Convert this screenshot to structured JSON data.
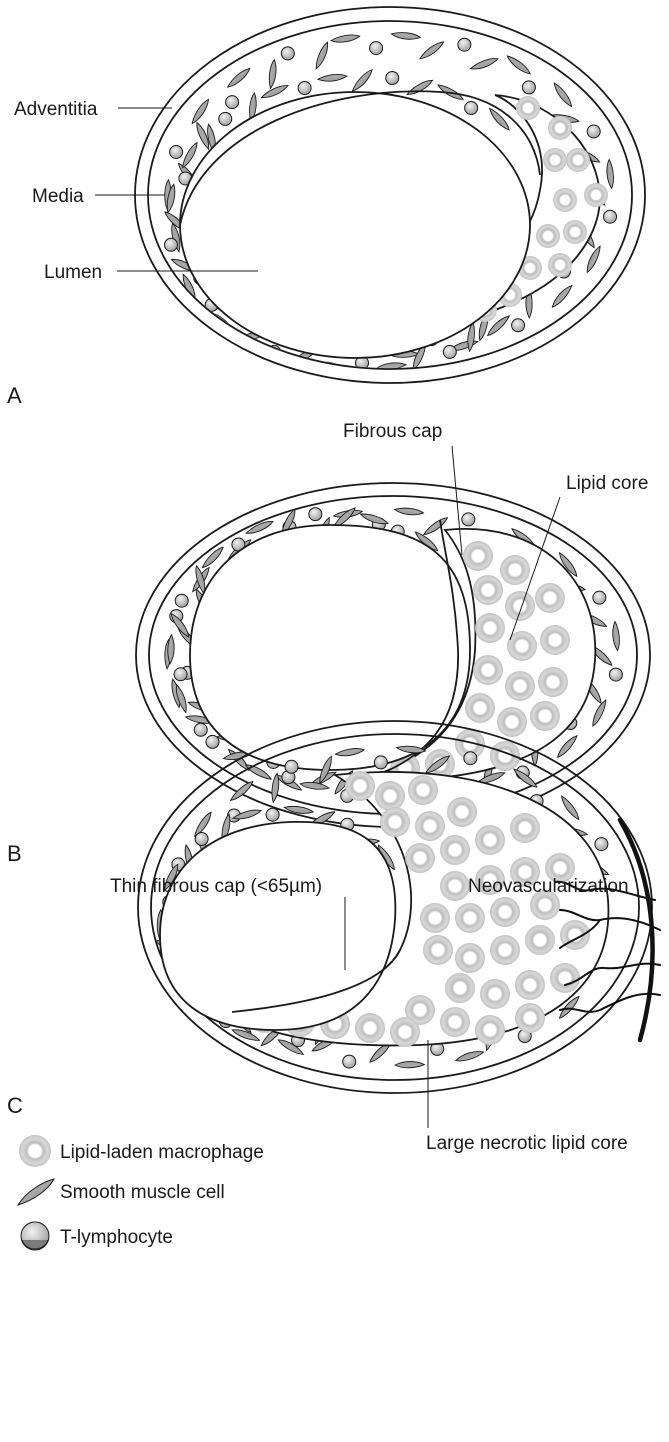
{
  "figure": {
    "panels": [
      {
        "letter": "A",
        "labels": {
          "adventitia": "Adventitia",
          "media": "Media",
          "lumen": "Lumen"
        }
      },
      {
        "letter": "B",
        "labels": {
          "fibrous_cap": "Fibrous cap",
          "lipid_core": "Lipid core"
        }
      },
      {
        "letter": "C",
        "labels": {
          "thin_fibrous_cap": "Thin fibrous cap (<65µm)",
          "neovascularization": "Neovascularization",
          "necrotic_core": "Large necrotic lipid core"
        }
      }
    ],
    "legend": [
      {
        "label": "Lipid-laden macrophage",
        "icon": "macrophage-icon"
      },
      {
        "label": "Smooth muscle cell",
        "icon": "smooth-muscle-cell-icon"
      },
      {
        "label": "T-lymphocyte",
        "icon": "t-lymphocyte-icon"
      }
    ],
    "colors": {
      "outline": "#1a1a1a",
      "macrophage_outer": "#c8c8c8",
      "macrophage_inner": "#ffffff",
      "smooth_muscle_fill": "#a9a9a9",
      "lymphocyte_fill": "#d0d0d0"
    }
  }
}
